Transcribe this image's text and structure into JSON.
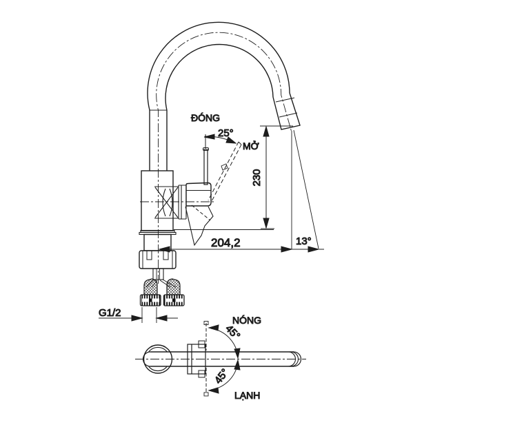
{
  "drawing": {
    "type": "faucet-technical-drawing",
    "views": {
      "side_view": "kitchen mixer tap side elevation with dimensions",
      "top_view": "kitchen mixer tap plan view with swivel angles"
    },
    "labels": {
      "handle_closed": "ĐÓNG",
      "handle_open": "MỞ",
      "handle_angle": "25°",
      "spout_height": "230",
      "spout_reach": "204,2",
      "stream_angle": "13°",
      "thread_size": "G1/2",
      "hot": "NÓNG",
      "cold": "LẠNH",
      "swivel_angle_hot": "45°",
      "swivel_angle_cold": "45°"
    },
    "colors": {
      "line": "#1d1d1d",
      "background": "#ffffff"
    }
  }
}
